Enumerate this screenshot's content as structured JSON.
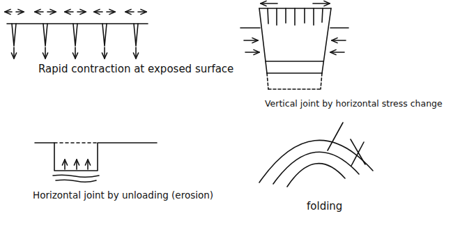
{
  "diagram": {
    "labels": [
      "Rapid contraction at exposed surface",
      "Vertical joint by horizontal stress change",
      "Horizontal joint by unloading (erosion)",
      "folding"
    ]
  }
}
